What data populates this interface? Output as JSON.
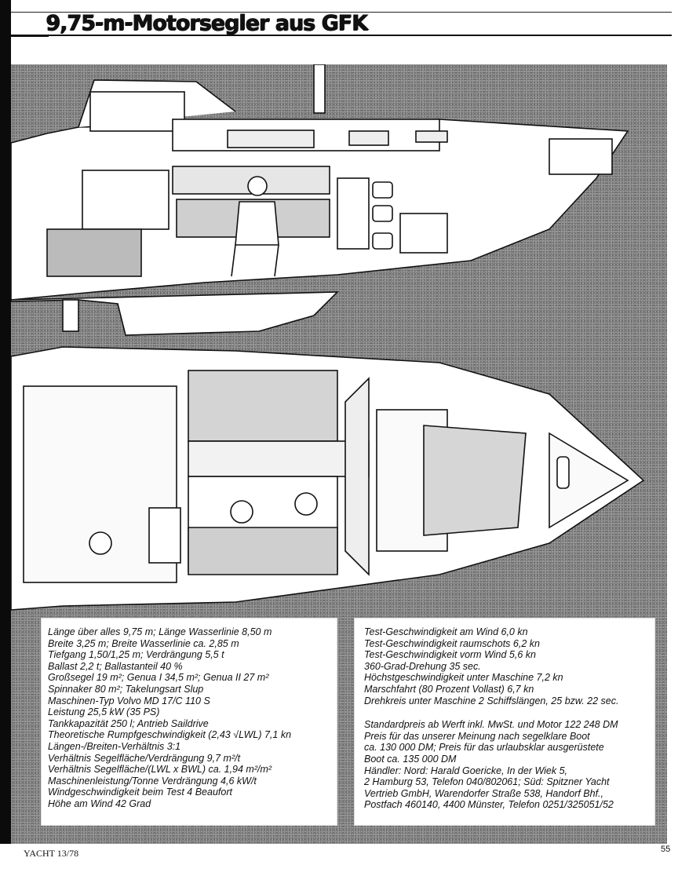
{
  "header": {
    "title": "9,75-m-Motorsegler aus GFK"
  },
  "specs_left": [
    "Länge über alles 9,75 m; Länge Wasserlinie 8,50 m",
    "Breite 3,25 m; Breite Wasserlinie ca. 2,85 m",
    "Tiefgang 1,50/1,25 m; Verdrängung 5,5 t",
    "Ballast 2,2 t; Ballastanteil 40 %",
    "Großsegel 19 m²; Genua I 34,5 m²; Genua II 27 m²",
    "Spinnaker 80 m²; Takelungsart Slup",
    "Maschinen-Typ Volvo MD 17/C 110 S",
    "Leistung 25,5 kW (35 PS)",
    "Tankkapazität 250 l; Antrieb Saildrive",
    "Theoretische Rumpfgeschwindigkeit (2,43 √LWL) 7,1 kn",
    "Längen-/Breiten-Verhältnis 3:1",
    "Verhältnis Segelfläche/Verdrängung 9,7 m²/t",
    "Verhältnis Segelfläche/(LWL x BWL) ca. 1,94 m²/m²",
    "Maschinenleistung/Tonne Verdrängung 4,6 kW/t",
    "Windgeschwindigkeit beim Test 4 Beaufort",
    "Höhe am Wind 42 Grad"
  ],
  "specs_right_test": [
    "Test-Geschwindigkeit am Wind 6,0 kn",
    "Test-Geschwindigkeit raumschots 6,2 kn",
    "Test-Geschwindigkeit vorm Wind 5,6 kn",
    "360-Grad-Drehung 35 sec.",
    "Höchstgeschwindigkeit unter Maschine 7,2 kn",
    "Marschfahrt (80 Prozent Vollast) 6,7 kn",
    "Drehkreis unter Maschine 2 Schiffslängen, 25 bzw. 22 sec."
  ],
  "specs_right_price": [
    "Standardpreis ab Werft inkl. MwSt. und Motor 122 248 DM",
    "Preis für das unserer Meinung nach segelklare Boot",
    "ca. 130 000 DM; Preis für das urlaubsklar ausgerüstete",
    "Boot ca. 135 000 DM",
    "Händler: Nord: Harald Goericke, In der Wiek 5,",
    "2 Hamburg 53, Telefon 040/802061; Süd: Spitzner Yacht",
    "Vertrieb GmbH, Warendorfer Straße 538, Handorf Bhf.,",
    "Postfach 460140, 4400 Münster, Telefon 0251/325051/52"
  ],
  "footer": {
    "magazine": "YACHT 13/78",
    "page_number": "55"
  }
}
